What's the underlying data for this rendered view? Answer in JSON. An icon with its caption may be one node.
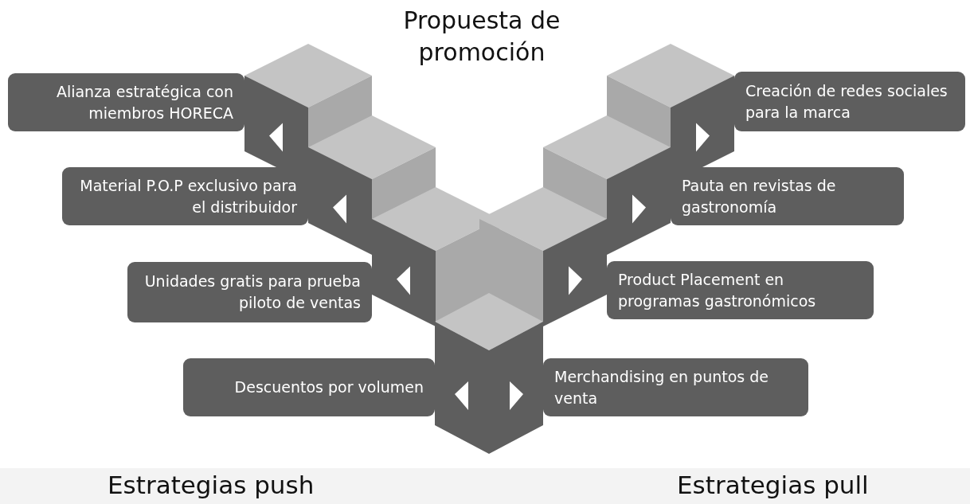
{
  "diagram": {
    "title": "Propuesta de promoción",
    "nodes": [
      {
        "text": [
          "Alianza estratégica con miembros HORECA"
        ]
      },
      {
        "text": [
          "Creación de redes sociales para la marca"
        ]
      },
      {
        "text": [
          "Material P.O.P exclusivo para el distribuidor"
        ]
      },
      {
        "text": [
          "Pauta en revistas de gastronomía"
        ]
      },
      {
        "text": [
          "Unidades gratis para prueba piloto de ventas"
        ]
      },
      {
        "text": [
          "Product Placement en programas gastronómicos"
        ]
      },
      {
        "text": [
          "Descuentos por volumen"
        ]
      },
      {
        "text": [
          "Merchandising en puntos de venta"
        ]
      }
    ],
    "edges": [],
    "labels": [
      "Estrategias push",
      "Estrategias pull"
    ]
  }
}
